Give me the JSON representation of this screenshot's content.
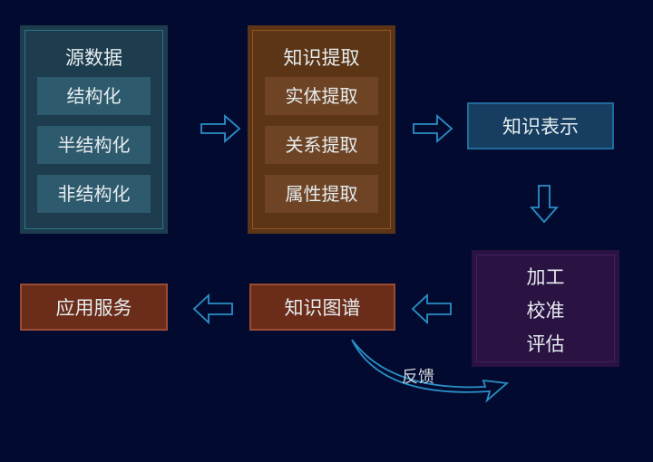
{
  "source": {
    "title": "源数据",
    "items": [
      "结构化",
      "半结构化",
      "非结构化"
    ]
  },
  "extraction": {
    "title": "知识提取",
    "items": [
      "实体提取",
      "关系提取",
      "属性提取"
    ]
  },
  "representation": {
    "label": "知识表示"
  },
  "processing": {
    "lines": [
      "加工",
      "校准",
      "评估"
    ]
  },
  "graph": {
    "label": "知识图谱"
  },
  "application": {
    "label": "应用服务"
  },
  "feedback": {
    "label": "反馈"
  },
  "colors": {
    "background": "#020b2f",
    "arrow": "#2a8fc8"
  }
}
